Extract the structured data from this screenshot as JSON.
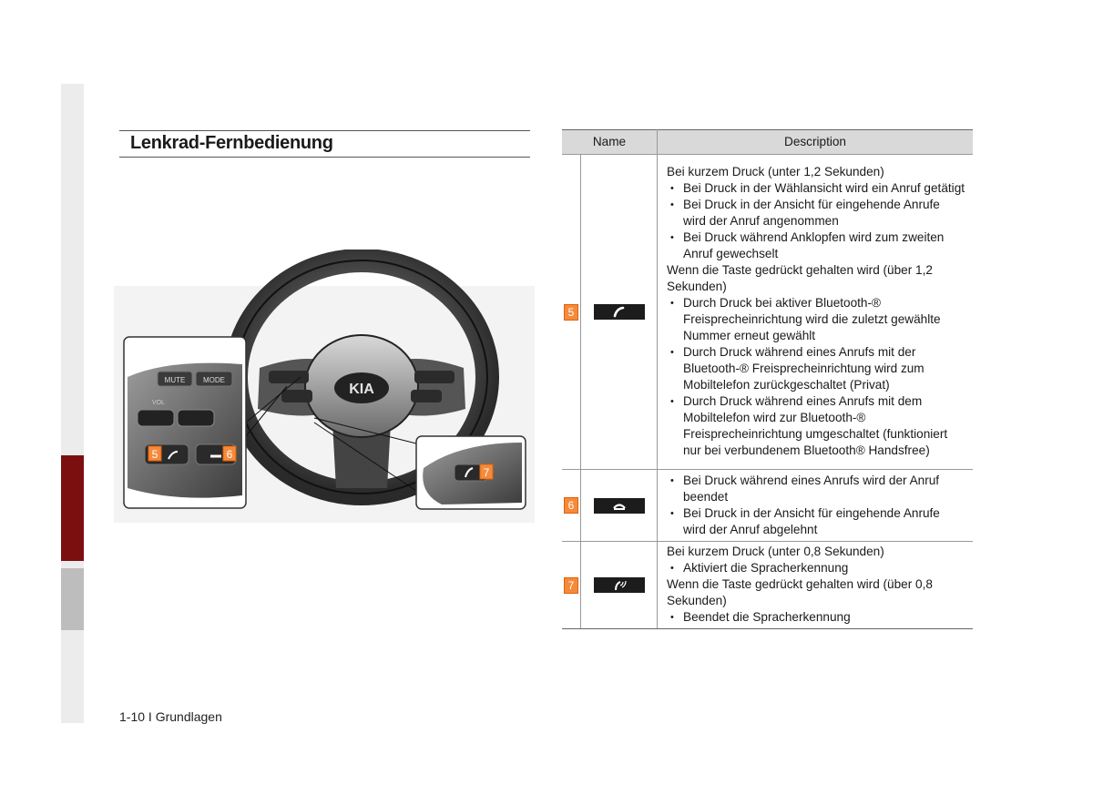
{
  "title": "Lenkrad-Fernbedienung",
  "footer": "1-10 I Grundlagen",
  "illustration": {
    "brand": "KIA",
    "btn_mute": "MUTE",
    "btn_mode": "MODE",
    "label_vol": "VOL",
    "callout_5": "5",
    "callout_6": "6",
    "callout_7": "7"
  },
  "table": {
    "header_name": "Name",
    "header_desc": "Description",
    "rows": [
      {
        "num": "5",
        "icon": "phone-call-icon",
        "p1": "Bei kurzem Druck (unter 1,2 Sekunden)",
        "b1": [
          "Bei Druck in der Wählansicht wird ein Anruf getätigt",
          "Bei Druck in der Ansicht für eingehende Anrufe wird der Anruf angenommen",
          "Bei Druck während Anklopfen wird zum zweiten Anruf gewechselt"
        ],
        "p2": "Wenn die Taste gedrückt gehalten wird (über 1,2 Sekunden)",
        "b2": [
          "Durch Druck bei aktiver Bluetooth-® Freisprecheinrichtung wird die zuletzt gewählte Nummer erneut gewählt",
          "Durch Druck während eines Anrufs mit der Bluetooth-® Freisprecheinrichtung wird zum Mobiltelefon zurückgeschaltet (Privat)",
          "Durch Druck während eines Anrufs mit dem Mobiltelefon wird zur Bluetooth-® Freisprecheinrichtung umgeschaltet (funktioniert nur bei verbundenem Bluetooth® Handsfree)"
        ]
      },
      {
        "num": "6",
        "icon": "phone-hangup-icon",
        "b1": [
          "Bei Druck während eines Anrufs wird der Anruf beendet",
          "Bei Druck in der Ansicht für eingehende Anrufe wird der Anruf abgelehnt"
        ]
      },
      {
        "num": "7",
        "icon": "voice-recognition-icon",
        "p1": "Bei kurzem Druck (unter 0,8 Sekunden)",
        "b1": [
          "Aktiviert die Spracherkennung"
        ],
        "p2": "Wenn die Taste gedrückt gehalten wird (über 0,8 Sekunden)",
        "b2": [
          "Beendet die Spracherkennung"
        ]
      }
    ]
  }
}
